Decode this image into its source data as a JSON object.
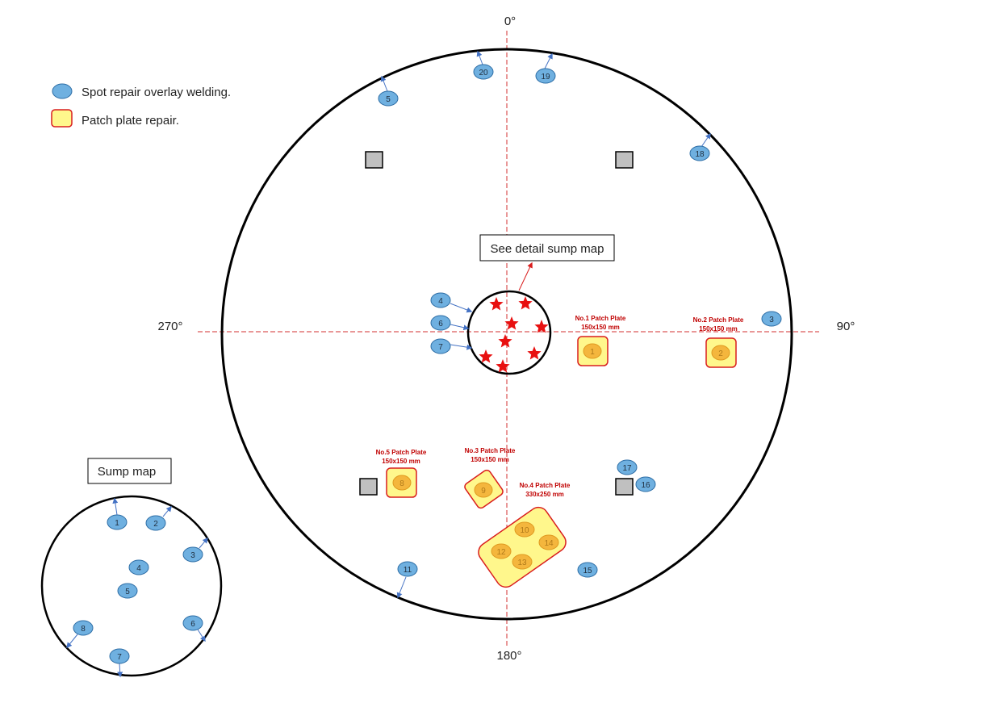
{
  "legend": {
    "spot_label": "Spot repair overlay welding.",
    "patch_label": "Patch plate repair."
  },
  "degrees": {
    "top": "0°",
    "right": "90°",
    "bottom": "180°",
    "left": "270°"
  },
  "detail_box": "See detail sump map",
  "sump_title": "Sump map",
  "colors": {
    "spot_fill": "#6fb0e0",
    "spot_stroke": "#2e6ea6",
    "patch_fill": "#fff78c",
    "patch_stroke": "#d91e1e",
    "patch_spot_fill": "#f4b63d",
    "star": "#e81010",
    "axis": "#d32f2f",
    "arrow": "#4472c4",
    "support_fill": "#c0c0c0"
  },
  "patches": [
    {
      "title": "No.1 Patch Plate",
      "size": "150x150 mm",
      "numbers": [
        "1"
      ]
    },
    {
      "title": "No.2 Patch Plate",
      "size": "150x150 mm",
      "numbers": [
        "2"
      ]
    },
    {
      "title": "No.3 Patch Plate",
      "size": "150x150 mm",
      "numbers": [
        "9"
      ]
    },
    {
      "title": "No.4 Patch Plate",
      "size": "330x250 mm",
      "numbers": [
        "10",
        "14",
        "12",
        "13"
      ]
    },
    {
      "title": "No.5 Patch Plate",
      "size": "150x150 mm",
      "numbers": [
        "8"
      ]
    }
  ],
  "spots": [
    "20",
    "19",
    "5",
    "18",
    "3",
    "4",
    "6",
    "7",
    "17",
    "16",
    "11",
    "15"
  ],
  "sump_spots": [
    "1",
    "2",
    "3",
    "4",
    "5",
    "6",
    "7",
    "8"
  ]
}
